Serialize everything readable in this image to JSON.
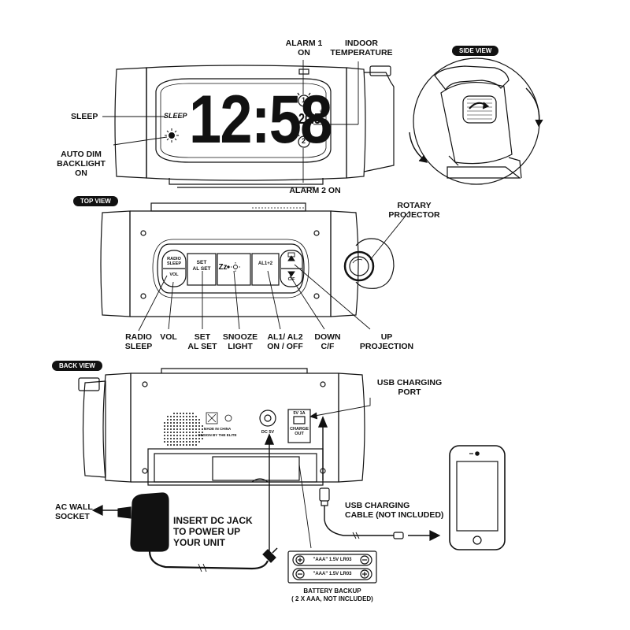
{
  "display": {
    "time": "12:58",
    "temperature": "20.5",
    "temp_unit": "°C",
    "sleep_text": "SLEEP",
    "alarm1_badge": "1",
    "alarm2_badge": "2"
  },
  "callouts": {
    "alarm1_on": "ALARM 1\nON",
    "indoor_temperature": "INDOOR\nTEMPERATURE",
    "sleep": "SLEEP",
    "auto_dim": "AUTO DIM\nBACKLIGHT\nON",
    "alarm2_on": "ALARM 2 ON",
    "rotary_projector": "ROTARY PROJECTOR",
    "radio_sleep": "RADIO\nSLEEP",
    "vol": "VOL",
    "set_al_set": "SET\nAL SET",
    "snooze_light": "SNOOZE\nLIGHT",
    "al1_al2": "AL1/ AL2\nON / OFF",
    "down_cf": "DOWN\nC/F",
    "up_projection": "UP\nPROJECTION",
    "usb_charging_port": "USB CHARGING\nPORT",
    "ac_wall_socket": "AC WALL\nSOCKET",
    "insert_dc_jack": "INSERT DC JACK\nTO POWER UP\nYOUR UNIT",
    "usb_cable": "USB CHARGING\nCABLE (NOT INCLUDED)",
    "battery_backup": "BATTERY BACKUP\n( 2 X AAA, NOT INCLUDED)"
  },
  "sections": {
    "side_view": "SIDE VIEW",
    "top_view": "TOP VIEW",
    "back_view": "BACK VIEW"
  },
  "buttons": {
    "radio_top": "RADIO\nSLEEP",
    "vol": "VOL",
    "set": "SET",
    "al_set": "AL SET",
    "snooze": "Zz",
    "al12": "AL1+2",
    "cf": "C/F"
  },
  "back_panel": {
    "dc": "DC 5V",
    "usb": "5V 1A",
    "charge_out": "CHARGE\nOUT",
    "made_in": "MADE IN CHINA",
    "design": "DESIGN BY THE ELITE",
    "battery1": "\"AAA\" 1.5V LR03",
    "battery2": "\"AAA\" 1.5V LR03"
  },
  "colors": {
    "ink": "#111111",
    "paper": "#ffffff",
    "shade": "#d9d9d9"
  }
}
